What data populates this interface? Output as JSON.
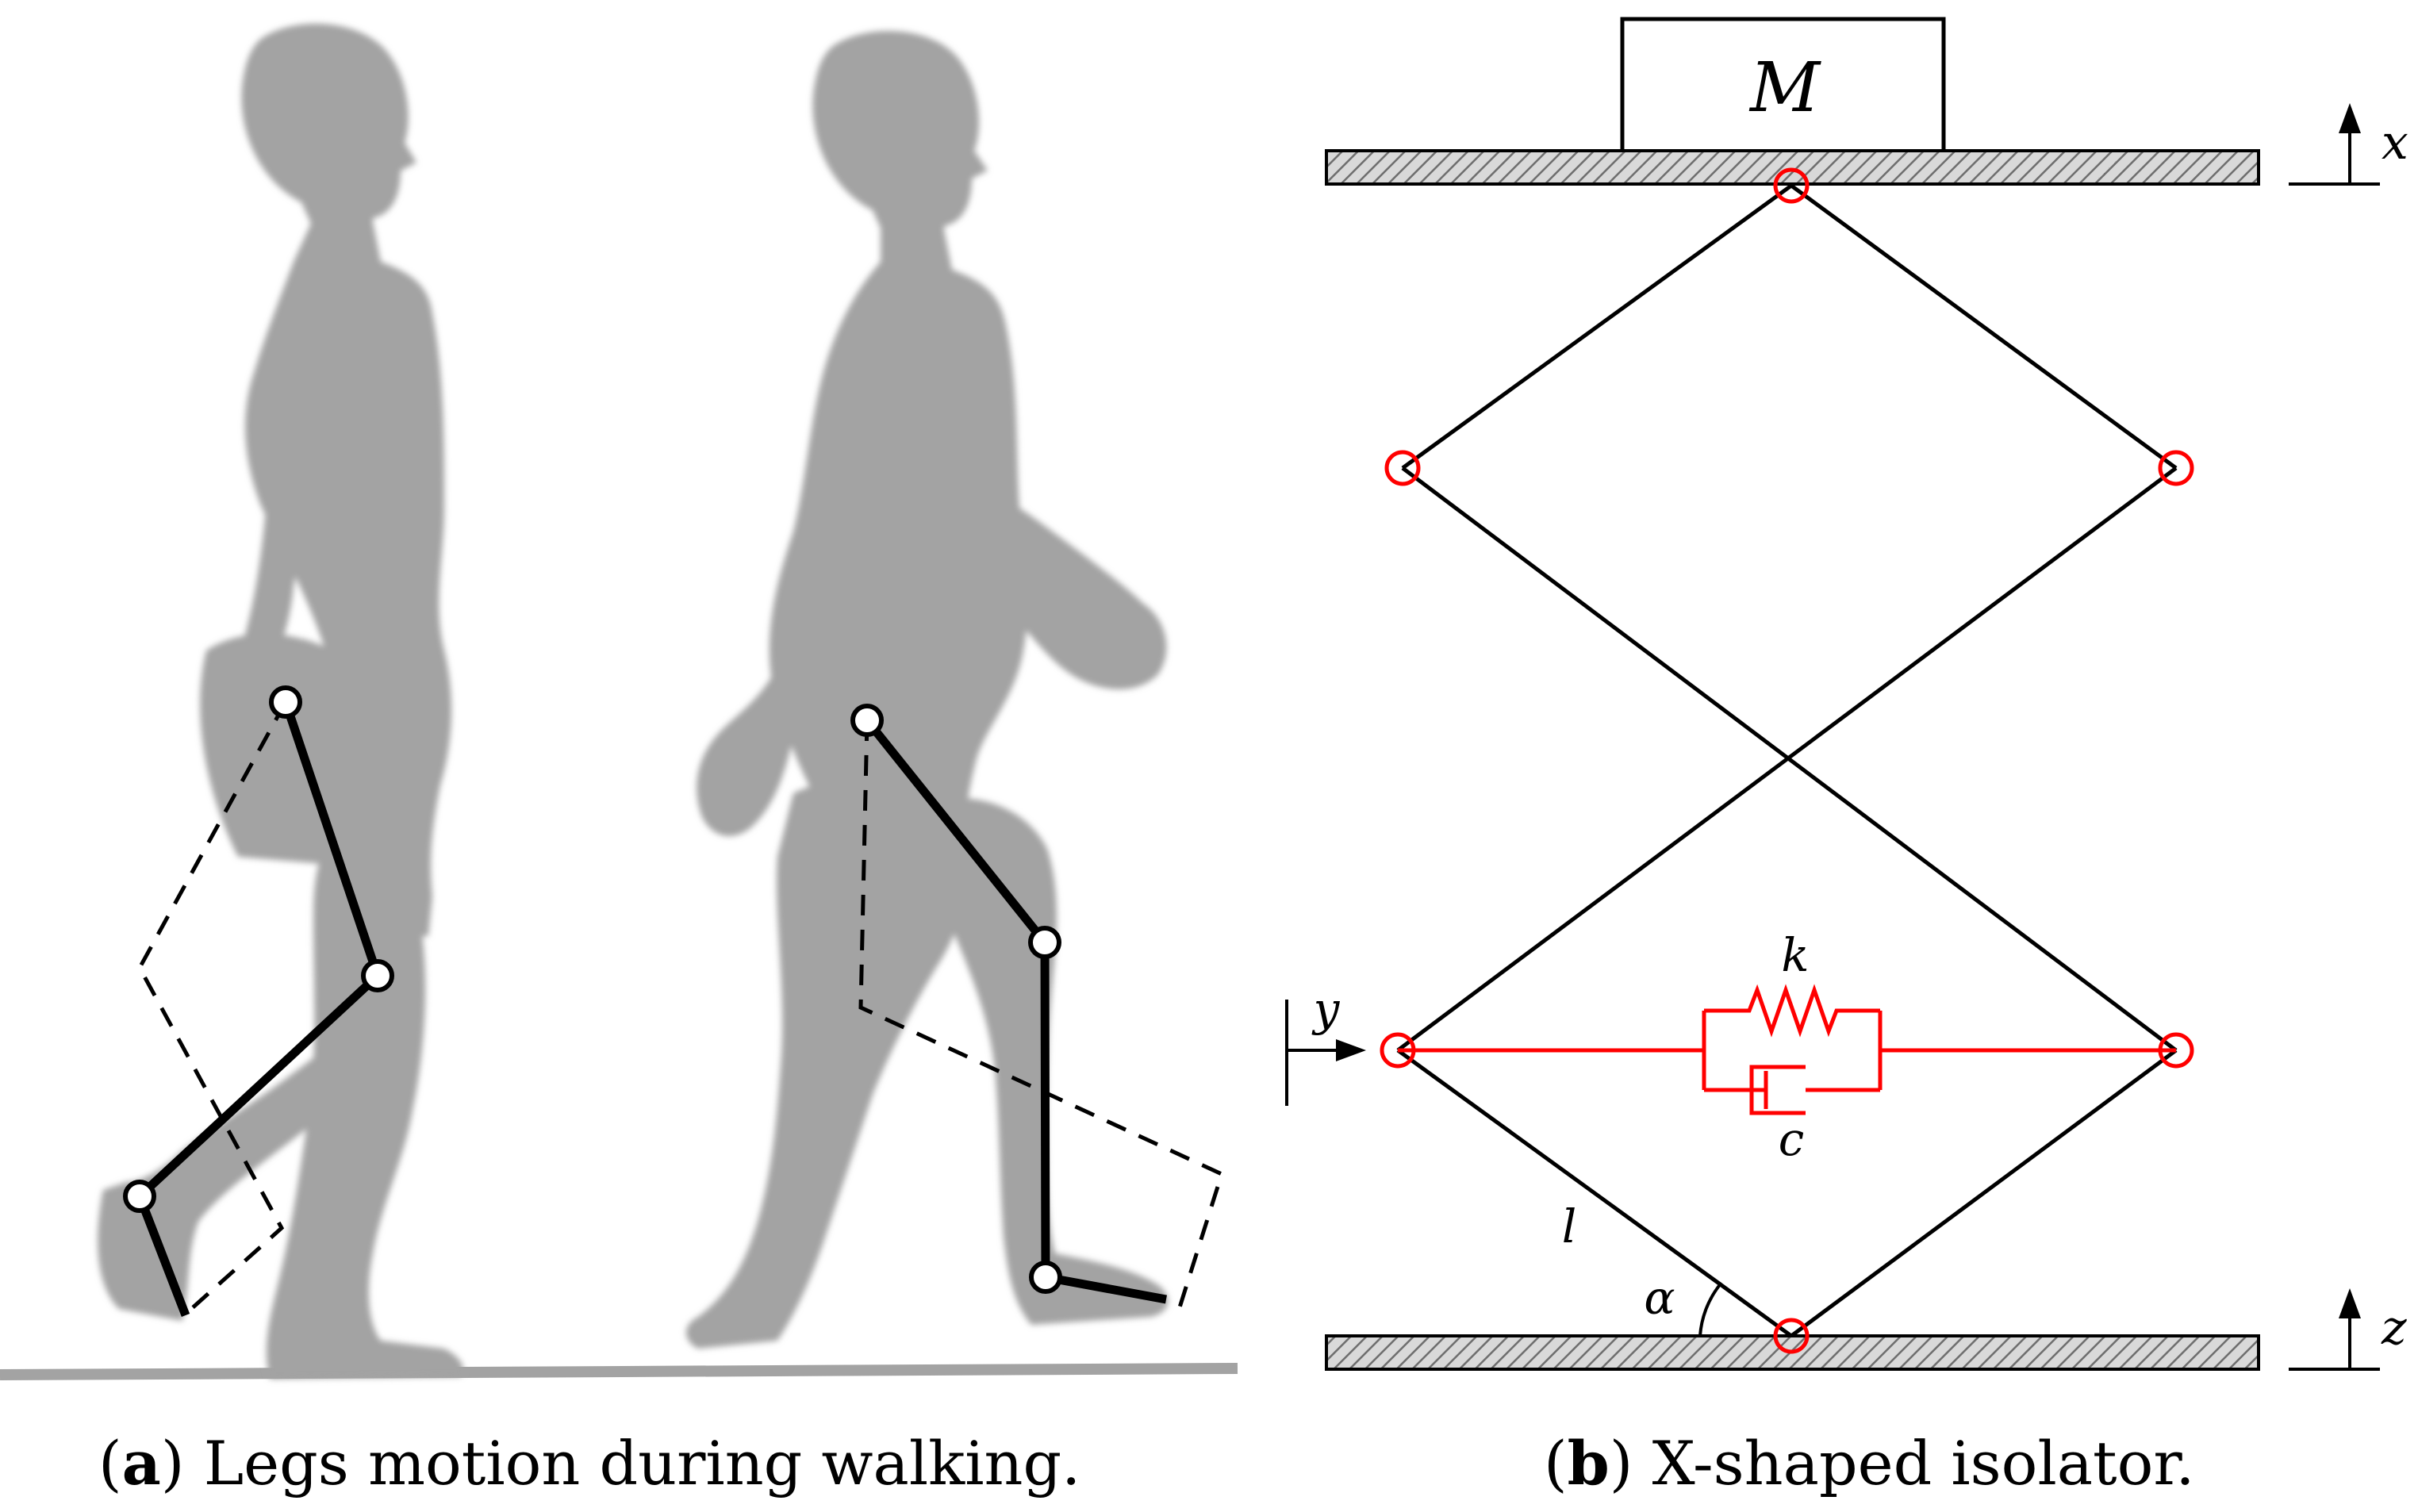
{
  "colors": {
    "silhouette": "#a3a3a3",
    "ink": "#000000",
    "accent": "#ff0000",
    "hatch_fill": "#d9d9d9"
  },
  "panel_a": {
    "caption_open": "(",
    "caption_letter": "a",
    "caption_text": ") Legs motion during walking."
  },
  "panel_b": {
    "caption_open": "(",
    "caption_letter": "b",
    "caption_text": ") X-shaped isolator.",
    "mass_label": "M",
    "top_axis_label": "x",
    "bottom_axis_label": "z",
    "input_label": "y",
    "spring_label": "k",
    "damper_label": "c",
    "length_label": "l",
    "angle_label": "α"
  }
}
